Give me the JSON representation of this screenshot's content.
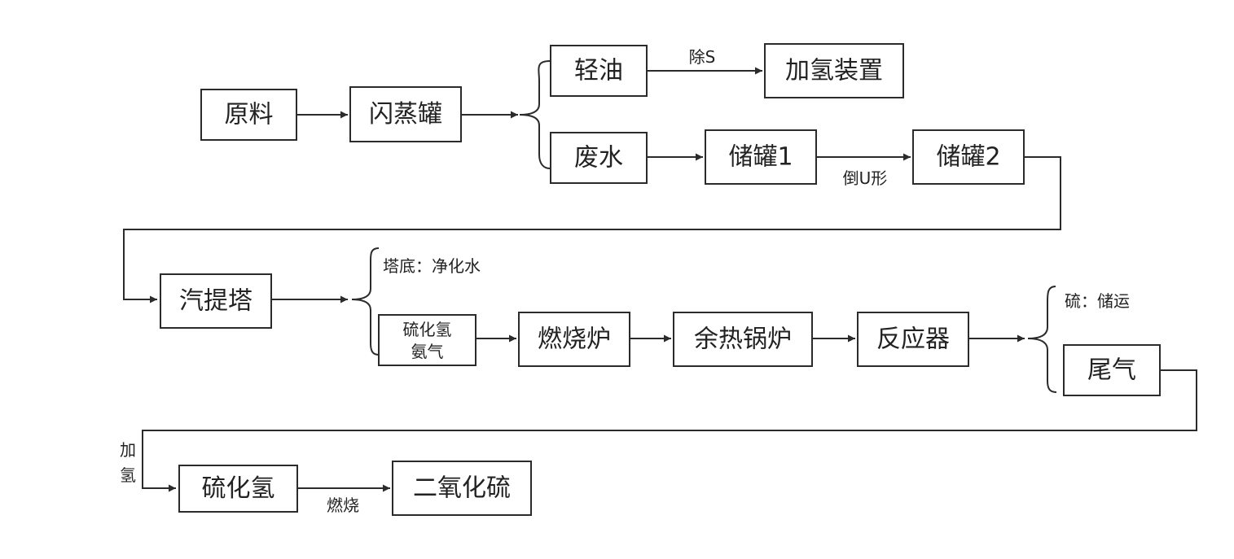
{
  "nodes": {
    "raw_material": "原料",
    "flash_tank": "闪蒸罐",
    "light_oil": "轻油",
    "hydro_unit": "加氢装置",
    "waste_water": "废水",
    "tank1": "储罐1",
    "tank2": "储罐2",
    "stripper": "汽提塔",
    "h2s_ammonia_line1": "硫化氢",
    "h2s_ammonia_line2": "氨气",
    "furnace": "燃烧炉",
    "waste_heat_boiler": "余热锅炉",
    "reactor": "反应器",
    "tail_gas": "尾气",
    "hydrogen_sulfide": "硫化氢",
    "sulfur_dioxide": "二氧化硫"
  },
  "labels": {
    "remove_s": "除S",
    "inverted_u": "倒U形",
    "tower_bottom": "塔底：净化水",
    "sulfur_storage": "硫：储运",
    "hydrogenation_1": "加",
    "hydrogenation_2": "氢",
    "burning": "燃烧"
  },
  "colors": {
    "stroke": "#2b2b2b",
    "text": "#222222",
    "background": "#ffffff"
  }
}
